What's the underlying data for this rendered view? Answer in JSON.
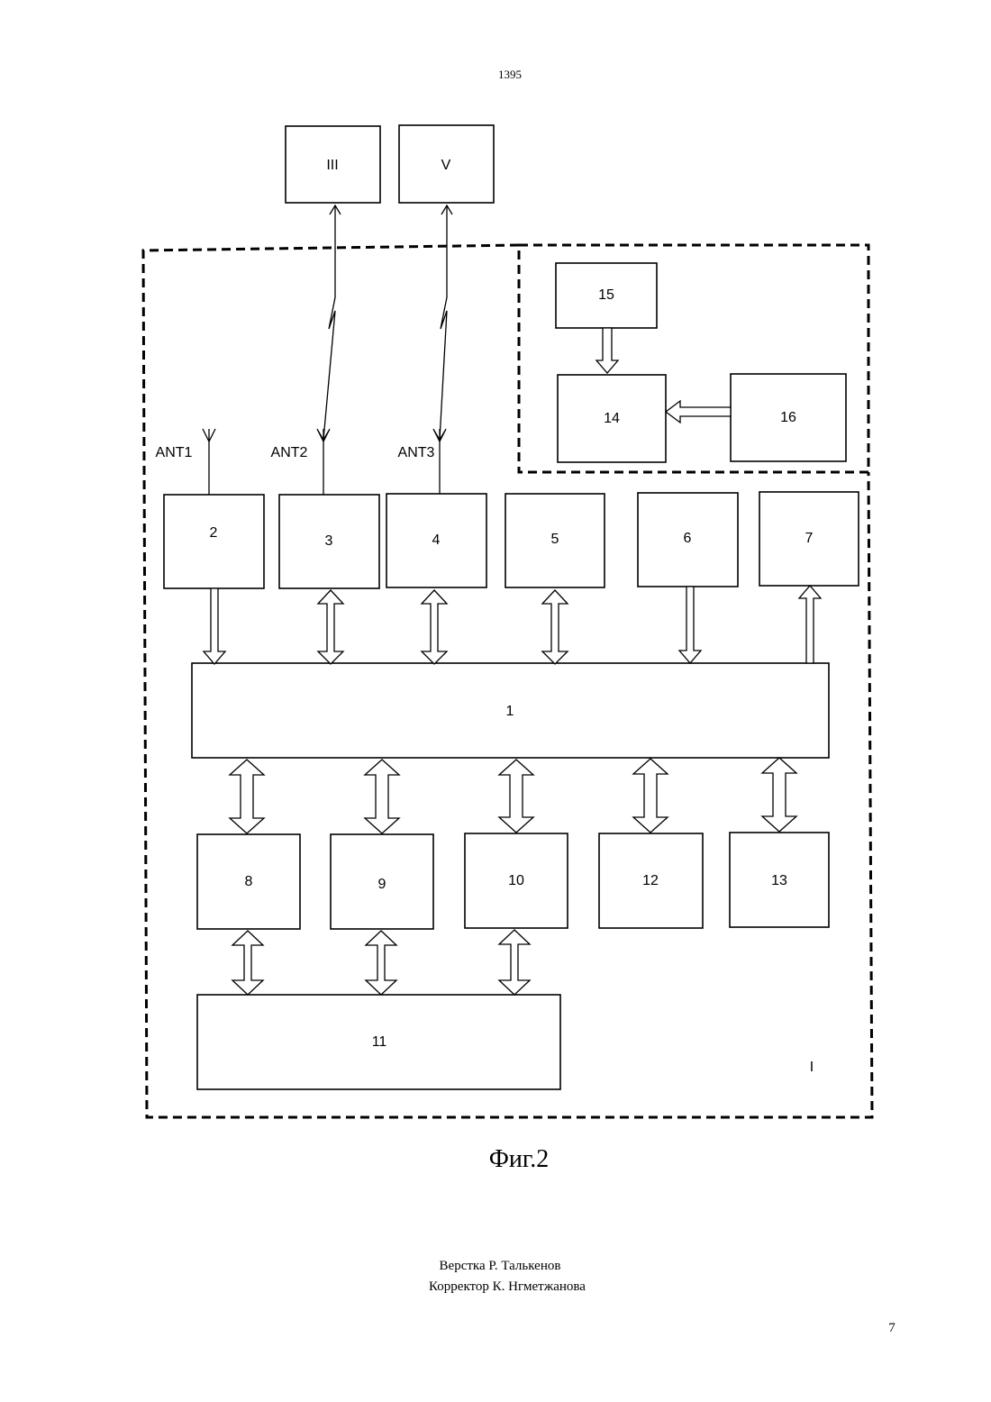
{
  "header": {
    "doc_number": "1395"
  },
  "diagram": {
    "external_blocks": [
      "III",
      "V"
    ],
    "antennas": [
      "ANT1",
      "ANT2",
      "ANT3"
    ],
    "blocks": {
      "b1": "1",
      "b2": "2",
      "b3": "3",
      "b4": "4",
      "b5": "5",
      "b6": "6",
      "b7": "7",
      "b8": "8",
      "b9": "9",
      "b10": "10",
      "b11": "11",
      "b12": "12",
      "b13": "13",
      "b14": "14",
      "b15": "15",
      "b16": "16"
    },
    "system_label": "I",
    "caption": "Фиг.2"
  },
  "footer": {
    "credits": [
      "Верстка Р. Талькенов",
      "Корректор К. Нгметжанова"
    ],
    "page_number": "7"
  }
}
